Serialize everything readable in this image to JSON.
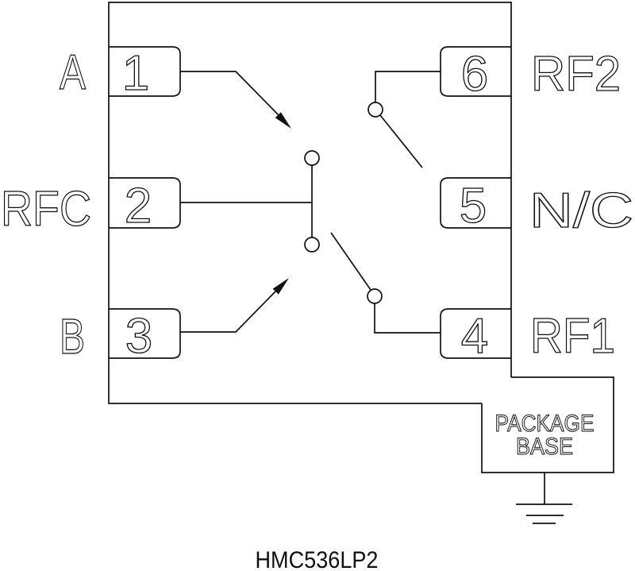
{
  "colors": {
    "line": "#111111",
    "background": "#ffffff"
  },
  "part_number": "HMC536LP2",
  "chip": {
    "left_pins": [
      {
        "number": "1",
        "label": "A"
      },
      {
        "number": "2",
        "label": "RFC"
      },
      {
        "number": "3",
        "label": "B"
      }
    ],
    "right_pins": [
      {
        "number": "6",
        "label": "RF2"
      },
      {
        "number": "5",
        "label": "N/C"
      },
      {
        "number": "4",
        "label": "RF1"
      }
    ]
  },
  "package_base": {
    "line1": "PACKAGE",
    "line2": "BASE"
  }
}
